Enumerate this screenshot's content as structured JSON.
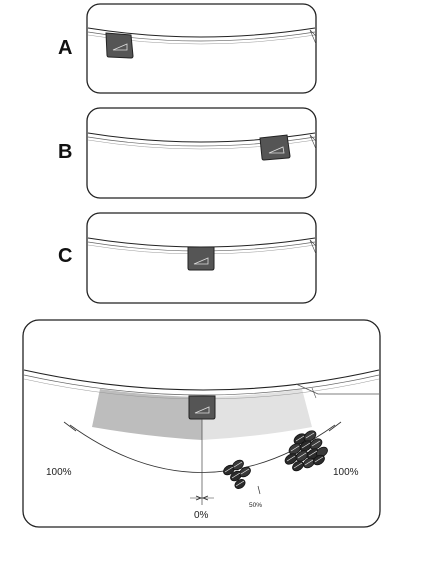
{
  "panels": [
    {
      "label": "A"
    },
    {
      "label": "B"
    },
    {
      "label": "C"
    }
  ],
  "dial": {
    "left_max_label": "100%",
    "right_max_label": "100%",
    "zero_label": "0%",
    "mid_label": "50%"
  },
  "colors": {
    "outline": "#222222",
    "knob": "#555555",
    "zone_dark": "#bdbdbd",
    "zone_light": "#e2e2e2"
  }
}
